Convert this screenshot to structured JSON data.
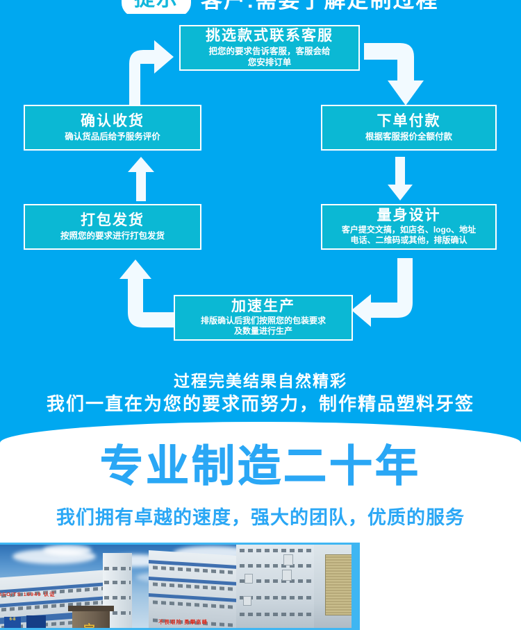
{
  "theme": {
    "background_blue": "#00A8F0",
    "box_teal": "#0BB8D4",
    "box_border": "#FFFFFF",
    "headline_blue": "#2AA7F5",
    "white": "#FFFFFF",
    "photo_border": "#3FB6F2"
  },
  "top_banner": {
    "pill_label": "提示",
    "headline": "客户:需要了解定制过程"
  },
  "flow": {
    "steps": [
      {
        "id": "step1",
        "title": "挑选款式联系客服",
        "subtitle_lines": [
          "把您的要求告诉客服，客服会给",
          "您安排订单"
        ]
      },
      {
        "id": "step2",
        "title": "下单付款",
        "subtitle_lines": [
          "根据客服报价全额付款"
        ]
      },
      {
        "id": "step3",
        "title": "量身设计",
        "subtitle_lines": [
          "客户提交文搞，如店名、logo、地址",
          "电话、二维码或其他，排版确认"
        ]
      },
      {
        "id": "step4",
        "title": "加速生产",
        "subtitle_lines": [
          "排版确认后我们按照您的包装要求",
          "及数量进行生产"
        ]
      },
      {
        "id": "step5",
        "title": "打包发货",
        "subtitle_lines": [
          "按照您的要求进行打包发货"
        ]
      },
      {
        "id": "step6",
        "title": "确认收货",
        "subtitle_lines": [
          "确认货品后给予服务评价"
        ]
      }
    ],
    "arrows": [
      {
        "name": "arrow-up-right",
        "from": "start",
        "to": "step1"
      },
      {
        "name": "arrow-right-down",
        "from": "step1",
        "to": "step2"
      },
      {
        "name": "arrow-down",
        "from": "step2",
        "to": "step3"
      },
      {
        "name": "arrow-down-left",
        "from": "step3",
        "to": "step4"
      },
      {
        "name": "arrow-left-up",
        "from": "step4",
        "to": "step5"
      },
      {
        "name": "arrow-up",
        "from": "step5",
        "to": "step6"
      }
    ]
  },
  "slogan": {
    "line1": "过程完美结果自然精彩",
    "line2": "我们一直在为您的要求而努力，制作精品塑料牙签"
  },
  "promo": {
    "headline": "专业制造二十年",
    "subheadline": "我们拥有卓越的速度，强大的团队，优质的服务"
  },
  "photo": {
    "caption_left": "ISO/TS 16949 认证",
    "caption_right": "不畏艰险 勇攀高峰",
    "sign_text": "宝",
    "plaque_left": "6-8",
    "alt": "factory-buildings-photo"
  }
}
